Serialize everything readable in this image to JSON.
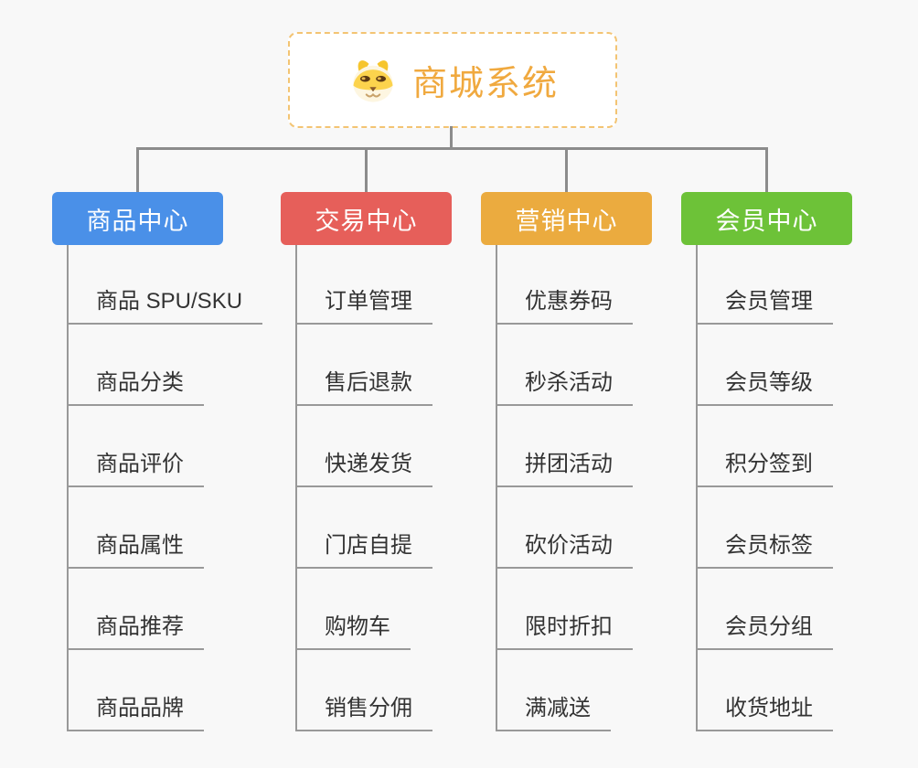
{
  "root": {
    "title": "商城系统",
    "icon": "dog-icon",
    "accent_color": "#f0a93f",
    "border_color": "#f3c473"
  },
  "connector_color": "#8c8c8c",
  "leaf_line_color": "#999999",
  "branches": [
    {
      "label": "商品中心",
      "color": "#4a90e8",
      "children": [
        "商品 SPU/SKU",
        "商品分类",
        "商品评价",
        "商品属性",
        "商品推荐",
        "商品品牌"
      ]
    },
    {
      "label": "交易中心",
      "color": "#e65f5a",
      "children": [
        "订单管理",
        "售后退款",
        "快递发货",
        "门店自提",
        "购物车",
        "销售分佣"
      ]
    },
    {
      "label": "营销中心",
      "color": "#ebab3f",
      "children": [
        "优惠券码",
        "秒杀活动",
        "拼团活动",
        "砍价活动",
        "限时折扣",
        "满减送"
      ]
    },
    {
      "label": "会员中心",
      "color": "#6dc238",
      "children": [
        "会员管理",
        "会员等级",
        "积分签到",
        "会员标签",
        "会员分组",
        "收货地址"
      ]
    }
  ]
}
